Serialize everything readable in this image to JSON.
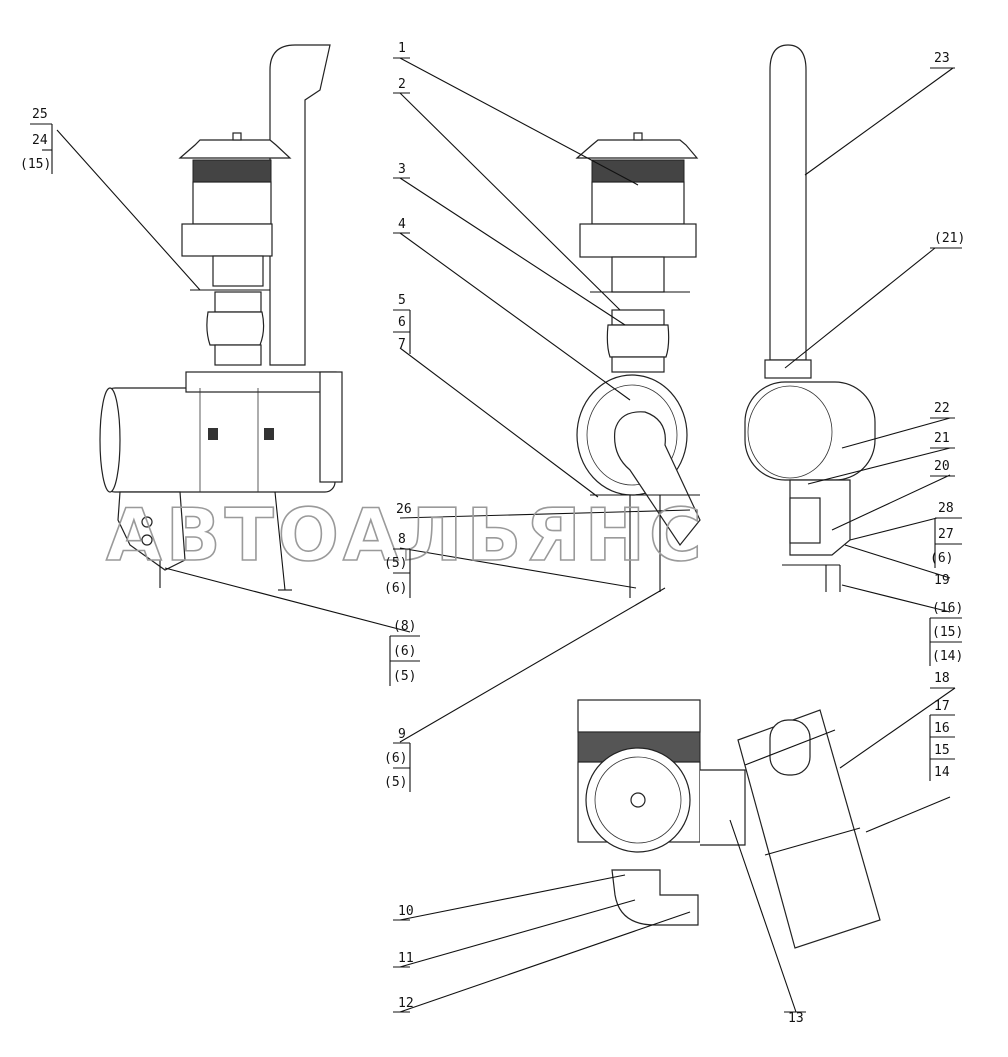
{
  "watermark": "АВТОАЛЬЯНС",
  "callouts": [
    {
      "id": "c25",
      "lines": [
        "25",
        "24",
        "(15)"
      ]
    },
    {
      "id": "c1",
      "lines": [
        "1"
      ]
    },
    {
      "id": "c2",
      "lines": [
        "2"
      ]
    },
    {
      "id": "c3",
      "lines": [
        "3"
      ]
    },
    {
      "id": "c4",
      "lines": [
        "4"
      ]
    },
    {
      "id": "c567",
      "lines": [
        "5",
        "6",
        "7"
      ]
    },
    {
      "id": "c23",
      "lines": [
        "23"
      ]
    },
    {
      "id": "c21a",
      "lines": [
        "(21)"
      ]
    },
    {
      "id": "c22",
      "lines": [
        "22"
      ]
    },
    {
      "id": "c21",
      "lines": [
        "21"
      ]
    },
    {
      "id": "c20",
      "lines": [
        "20"
      ]
    },
    {
      "id": "c28",
      "lines": [
        "28",
        "27",
        "(6)"
      ]
    },
    {
      "id": "c19",
      "lines": [
        "19"
      ]
    },
    {
      "id": "c16",
      "lines": [
        "(16)",
        "(15)",
        "(14)"
      ]
    },
    {
      "id": "c26",
      "lines": [
        "26",
        "8",
        "(5)",
        "(6)"
      ]
    },
    {
      "id": "c8",
      "lines": [
        "(8)",
        "(6)",
        "(5)"
      ]
    },
    {
      "id": "c9",
      "lines": [
        "9",
        "(6)",
        "(5)"
      ]
    },
    {
      "id": "c18",
      "lines": [
        "18"
      ]
    },
    {
      "id": "c17",
      "lines": [
        "17",
        "16",
        "15",
        "14"
      ]
    },
    {
      "id": "c10",
      "lines": [
        "10"
      ]
    },
    {
      "id": "c11",
      "lines": [
        "11"
      ]
    },
    {
      "id": "c12",
      "lines": [
        "12"
      ]
    },
    {
      "id": "c13",
      "lines": [
        "13"
      ]
    }
  ]
}
